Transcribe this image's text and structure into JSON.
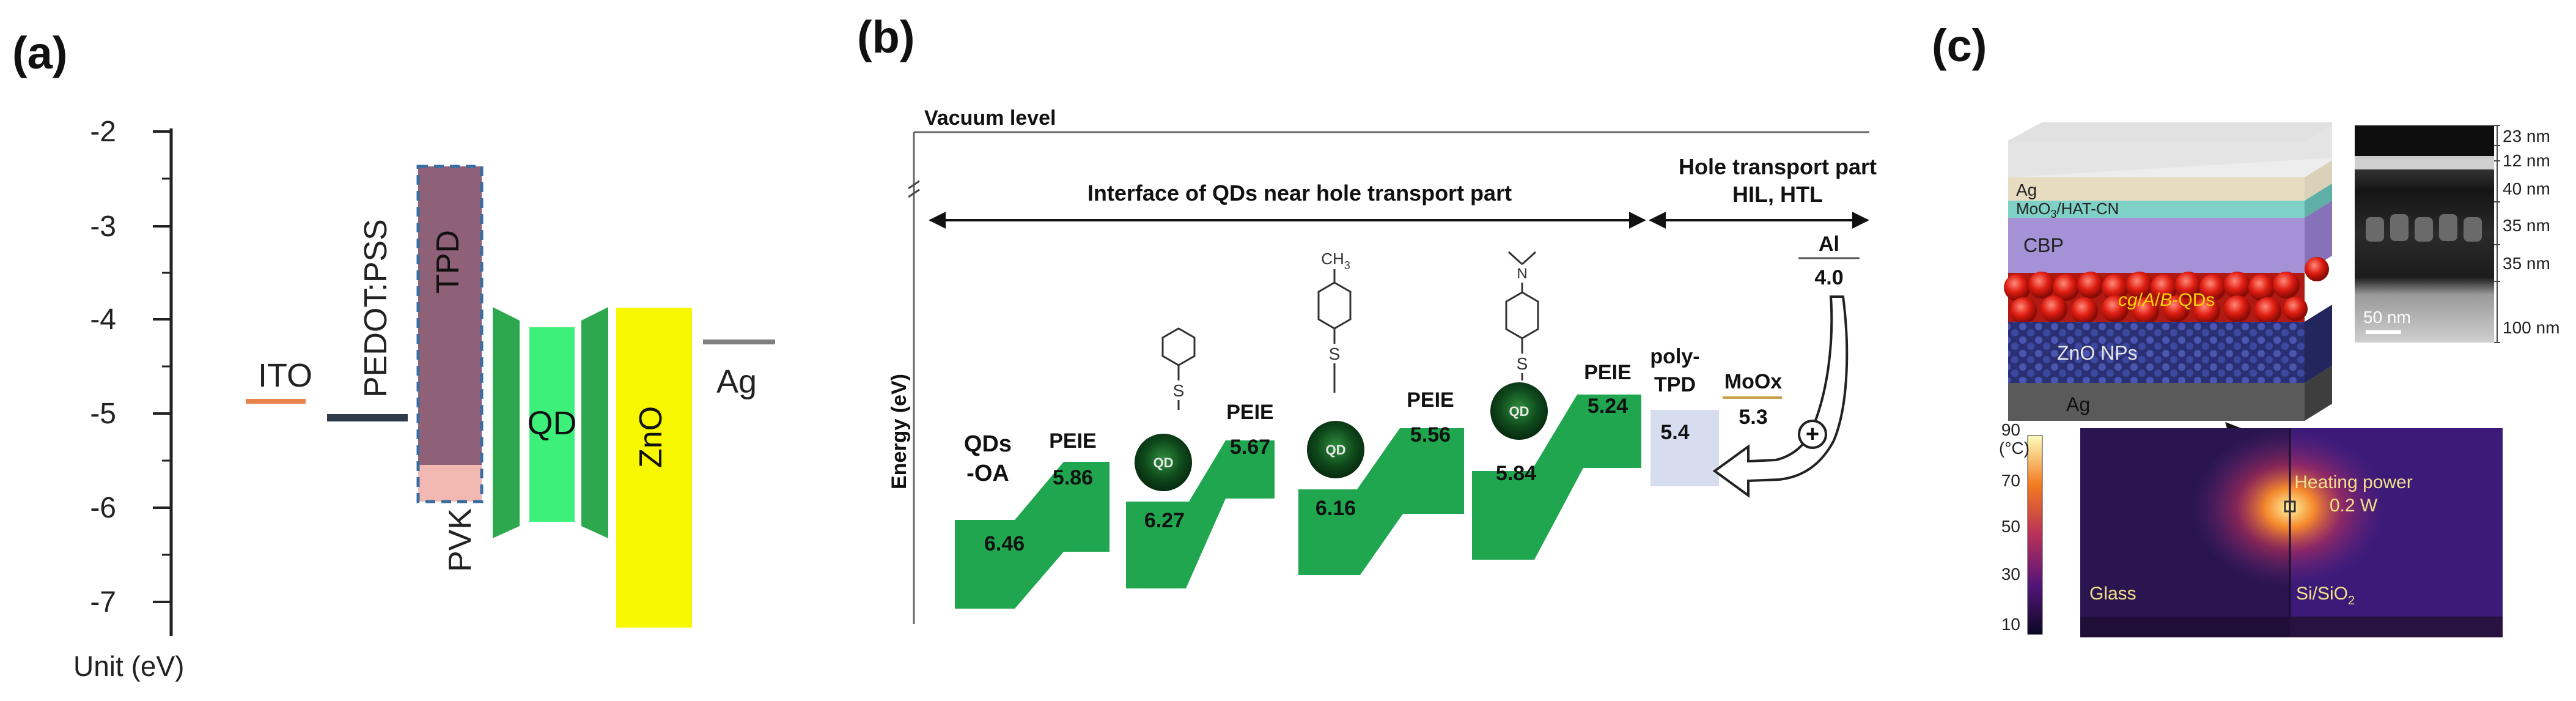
{
  "panel_a": {
    "label": "(a)",
    "unit_label": "Unit (eV)",
    "ticks": [
      "-2",
      "-3",
      "-4",
      "-5",
      "-6",
      "-7"
    ],
    "layers": {
      "ito": "ITO",
      "pedot": "PEDOT:PSS",
      "tpd": "TPD",
      "pvk": "PVK",
      "qd": "QD",
      "zno": "ZnO",
      "ag": "Ag"
    },
    "colors": {
      "ito": "#e8844a",
      "pedot": "#2f3b4a",
      "tpd": "#8e6178",
      "pvk": "#f2b8b2",
      "qd_outer": "#2ea84f",
      "qd_inner": "#3cf07a",
      "zno": "#f7f700",
      "ag": "#808080"
    }
  },
  "panel_b": {
    "label": "(b)",
    "vacuum_level": "Vacuum level",
    "interface_label": "Interface of QDs near hole transport part",
    "hole_transport_label": "Hole transport part",
    "hil_htl": "HIL, HTL",
    "y_axis": "Energy (eV)",
    "qds_oa_1": "QDs",
    "qds_oa_2": "-OA",
    "qd_badge": "QD",
    "peie": "PEIE",
    "ch3": "CH",
    "ch3_sub": "3",
    "sulfur": "S",
    "nitrogen": "N",
    "values": {
      "oa": "6.46",
      "peie1": "5.86",
      "qd1": "6.27",
      "peie2": "5.67",
      "qd2": "6.16",
      "peie3": "5.56",
      "qd3": "5.84",
      "peie4": "5.24"
    },
    "poly_tpd_1": "poly-",
    "poly_tpd_2": "TPD",
    "poly_tpd_value": "5.4",
    "moox": "MoOx",
    "moox_value": "5.3",
    "al": "Al",
    "al_value": "4.0",
    "plus": "+",
    "colors": {
      "green": "#1fa64f",
      "poly_tpd": "#d6ddef",
      "moox_line": "#c8a04a"
    }
  },
  "panel_c": {
    "label": "(c)",
    "layers": {
      "ag_top": "Ag",
      "moo_hatcn": "MoO",
      "moo_sub": "3",
      "hatcn": "/HAT-CN",
      "cbp": "CBP",
      "qds_it1": "cg",
      "qds_mid1": "/",
      "qds_it2": "A",
      "qds_mid2": "/",
      "qds_it3": "B",
      "qds_end": "-QDs",
      "zno": "ZnO NPs",
      "ag_bottom": "Ag"
    },
    "tem_thickness": [
      "23 nm",
      "12 nm",
      "40 nm",
      "35 nm",
      "35 nm",
      "100 nm"
    ],
    "scale_bar": "50 nm",
    "colorbar_ticks": [
      "90",
      "70",
      "50",
      "30",
      "10"
    ],
    "colorbar_unit": "(°C)",
    "heating_line1": "Heating power",
    "heating_line2": "0.2 W",
    "glass": "Glass",
    "si": "Si/SiO",
    "si_sub": "2"
  }
}
